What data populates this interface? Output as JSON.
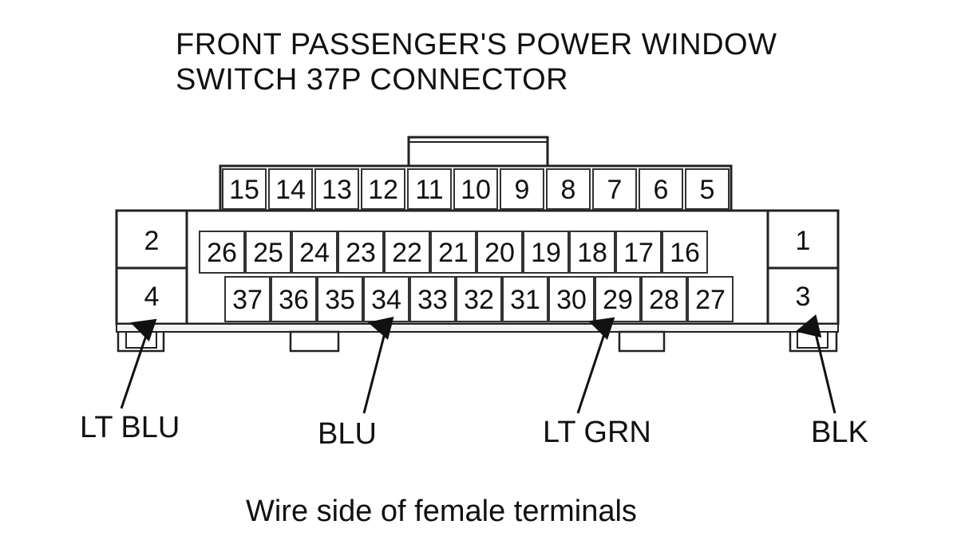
{
  "title": {
    "line1": "FRONT PASSENGER'S POWER WINDOW",
    "line2": "SWITCH 37P CONNECTOR"
  },
  "connector": {
    "top_row": [
      "15",
      "14",
      "13",
      "12",
      "11",
      "10",
      "9",
      "8",
      "7",
      "6",
      "5"
    ],
    "mid_row": [
      "26",
      "25",
      "24",
      "23",
      "22",
      "21",
      "20",
      "19",
      "18",
      "17",
      "16"
    ],
    "bottom_row": [
      "37",
      "36",
      "35",
      "34",
      "33",
      "32",
      "31",
      "30",
      "29",
      "28",
      "27"
    ],
    "left_upper": "2",
    "left_lower": "4",
    "right_upper": "1",
    "right_lower": "3"
  },
  "wires": [
    {
      "color": "LT BLU",
      "terminal": "4"
    },
    {
      "color": "BLU",
      "terminal": "34"
    },
    {
      "color": "LT GRN",
      "terminal": "29"
    },
    {
      "color": "BLK",
      "terminal": "3"
    }
  ],
  "caption": "Wire side of female terminals"
}
